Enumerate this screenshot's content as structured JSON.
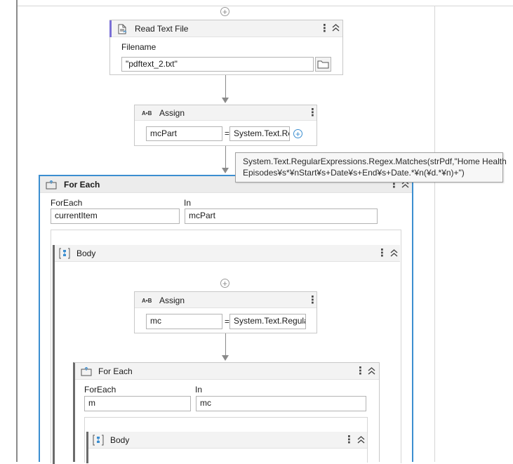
{
  "read_text_file": {
    "title": "Read Text File",
    "filename_label": "Filename",
    "filename_value": "\"pdftext_2.txt\""
  },
  "assign1": {
    "icon_text": "A•B",
    "title": "Assign",
    "to_value": "mcPart",
    "equals": "=",
    "value_value": "System.Text.Re"
  },
  "tooltip": {
    "line1": "System.Text.RegularExpressions.Regex.Matches(strPdf,\"Home Health",
    "line2": "Episodes¥s*¥nStart¥s+Date¥s+End¥s+Date.*¥n(¥d.*¥n)+\")"
  },
  "foreach1": {
    "title": "For Each",
    "foreach_label": "ForEach",
    "item_value": "currentItem",
    "in_label": "In",
    "in_value": "mcPart",
    "body_title": "Body"
  },
  "assign2": {
    "icon_text": "A•B",
    "title": "Assign",
    "to_value": "mc",
    "equals": "=",
    "value_value": "System.Text.Regula"
  },
  "foreach2": {
    "title": "For Each",
    "foreach_label": "ForEach",
    "item_value": "m",
    "in_label": "In",
    "in_value": "mc",
    "body_title": "Body"
  },
  "glyphs": {
    "more": "⋮",
    "collapse": "⌃⌃",
    "plus": "+"
  },
  "colors": {
    "foreach_border": "#3b8ed0",
    "read_accent": "#7a6fd6"
  }
}
